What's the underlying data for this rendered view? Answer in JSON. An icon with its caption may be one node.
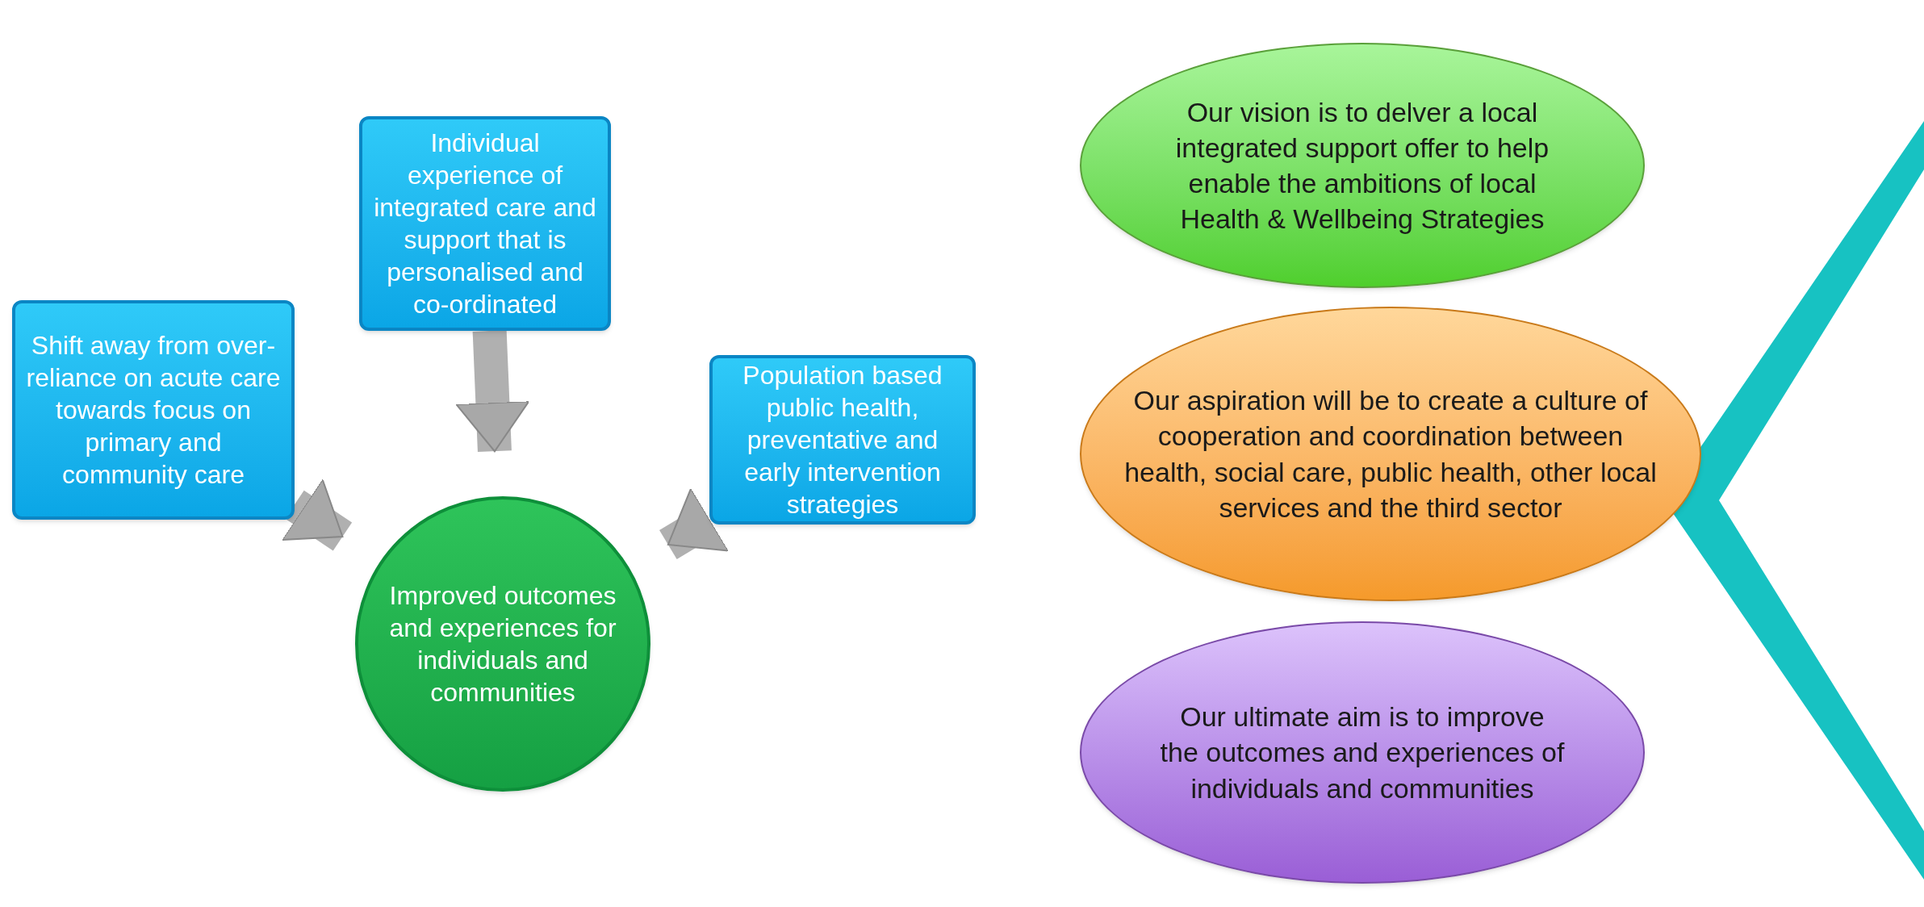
{
  "diagram": {
    "nodes": [
      {
        "text": [
          "Shift away from over-reliance on acute care towards focus on primary and community care"
        ]
      },
      {
        "text": [
          "Individual experience of integrated care and support that is personalised and co-ordinated"
        ]
      },
      {
        "text": [
          "Population based public health, preventative and early intervention strategies"
        ]
      },
      {
        "text": [
          "Improved outcomes and experiences for individuals and communities"
        ]
      },
      {
        "text": [
          "Our vision is to delver a local integrated support offer to help enable the ambitions of local Health & Wellbeing Strategies"
        ]
      },
      {
        "text": [
          "Our aspiration will be to create a culture of cooperation and coordination between health, social care, public health, other local services and the third sector"
        ]
      },
      {
        "text": [
          "Our ultimate aim is to improve the outcomes and experiences of individuals and communities"
        ]
      }
    ],
    "edges": [
      {
        "from": 0,
        "to": 3,
        "arrow": "to"
      },
      {
        "from": 1,
        "to": 3,
        "arrow": "to"
      },
      {
        "from": 2,
        "to": 3,
        "arrow": "to"
      }
    ]
  }
}
